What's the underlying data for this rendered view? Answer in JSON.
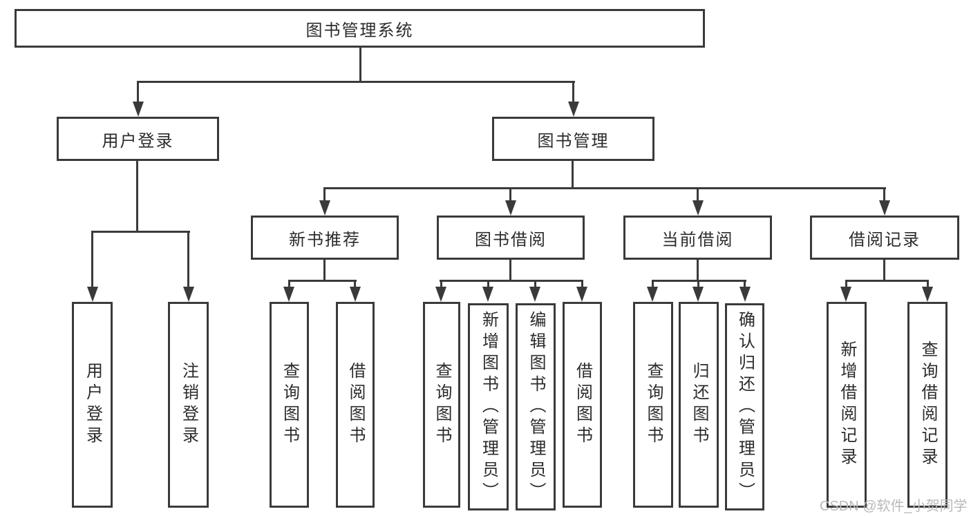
{
  "tree": {
    "root": {
      "label": "图书管理系统"
    },
    "branches": [
      {
        "label": "用户登录",
        "children": [
          {
            "label": "用户登录"
          },
          {
            "label": "注销登录"
          }
        ]
      },
      {
        "label": "图书管理",
        "children": [
          {
            "label": "新书推荐",
            "children": [
              {
                "label": "查询图书"
              },
              {
                "label": "借阅图书"
              }
            ]
          },
          {
            "label": "图书借阅",
            "children": [
              {
                "label": "查询图书"
              },
              {
                "label": "新增图书（管理员）"
              },
              {
                "label": "编辑图书（管理员）"
              },
              {
                "label": "借阅图书"
              }
            ]
          },
          {
            "label": "当前借阅",
            "children": [
              {
                "label": "查询图书"
              },
              {
                "label": "归还图书"
              },
              {
                "label": "确认归还（管理员）"
              }
            ]
          },
          {
            "label": "借阅记录",
            "children": [
              {
                "label": "新增借阅记录"
              },
              {
                "label": "查询借阅记录"
              }
            ]
          }
        ]
      }
    ]
  },
  "watermark": {
    "text": "CSDN @软件_小贺同学"
  },
  "colors": {
    "line": "#3a3a3a",
    "text": "#2b2b2b",
    "background": "#ffffff",
    "watermark": "#b9b9b9"
  }
}
